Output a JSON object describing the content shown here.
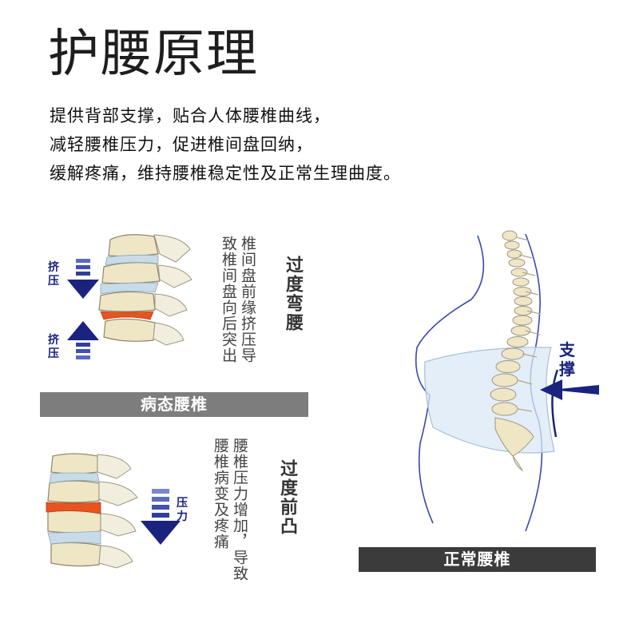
{
  "title": "护腰原理",
  "description": [
    "提供背部支撑，贴合人体腰椎曲线，",
    "减轻腰椎压力，促进椎间盘回纳，",
    "缓解疼痛，维持腰椎稳定性及正常生理曲度。"
  ],
  "panel1": {
    "heading": "过度弯腰",
    "text_col1": "椎间盘前缘挤压导",
    "text_col2": "致椎间盘向后突出",
    "label_top": "挤压",
    "label_bottom": "挤压",
    "banner": "病态腰椎"
  },
  "panel2": {
    "heading": "过度前凸",
    "text_col1": "腰椎压力增加，导致",
    "text_col2": "腰椎病变及疼痛",
    "label": "压力"
  },
  "panel3": {
    "support_label": "支撑",
    "banner": "正常腰椎"
  },
  "colors": {
    "accent_blue": "#1a237e",
    "disc_red": "#e8541f",
    "banner_gray": "#7d7d7d",
    "banner_dark": "#3b3b3b"
  }
}
